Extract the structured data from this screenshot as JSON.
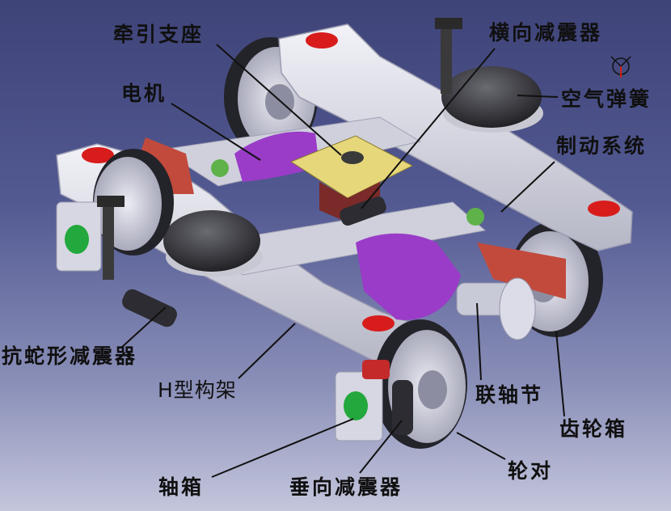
{
  "labels": {
    "traction_seat": "牵引支座",
    "lateral_damper": "横向减震器",
    "motor": "电机",
    "air_spring": "空气弹簧",
    "brake_system": "制动系统",
    "anti_yaw_damper": "抗蛇形减震器",
    "h_frame": "H型构架",
    "coupling": "联轴节",
    "gearbox": "齿轮箱",
    "axle_box": "轴箱",
    "vertical_damper": "垂向减震器",
    "wheelset": "轮对"
  },
  "colors": {
    "frame": "#dcdce6",
    "motor": "#9a3cc8",
    "gearbox": "#c24a3c",
    "traction_plate": "#e6d77a",
    "bolster": "#7a2a28",
    "air_spring": "#303036",
    "red_cap": "#d81c1c",
    "axle_box_window": "#22a83c",
    "wheel": "#c9cad6",
    "tread": "#242428"
  }
}
